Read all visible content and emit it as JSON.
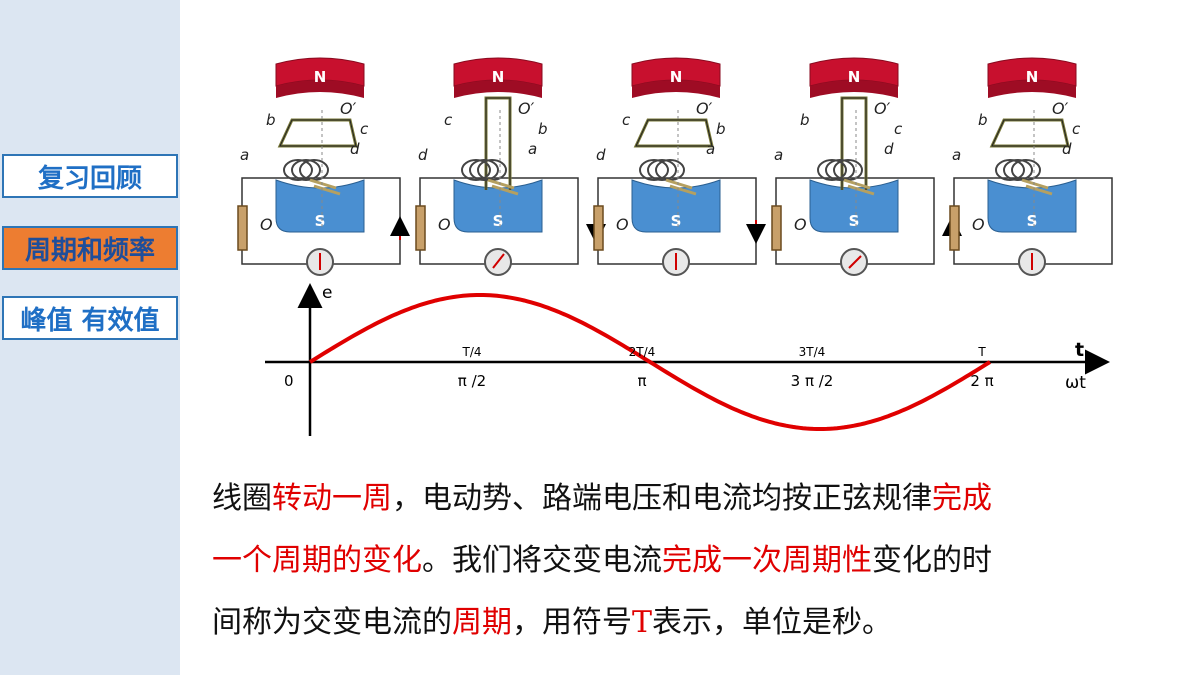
{
  "sidebar": {
    "items": [
      {
        "label": "复习回顾",
        "active": false
      },
      {
        "label": "周期和频率",
        "active": true
      },
      {
        "label": "峰值 有效值",
        "active": false
      }
    ]
  },
  "generators": [
    {
      "magnet_n": "N",
      "magnet_s": "S",
      "axis_top": "O′",
      "axis_bottom": "O",
      "labels": [
        "a",
        "b",
        "c",
        "d"
      ],
      "current_arrow": "none"
    },
    {
      "magnet_n": "N",
      "magnet_s": "S",
      "axis_top": "O′",
      "axis_bottom": "O",
      "labels": [
        "d",
        "c",
        "b",
        "a"
      ],
      "current_arrow": "up-left-down-right"
    },
    {
      "magnet_n": "N",
      "magnet_s": "S",
      "axis_top": "O′",
      "axis_bottom": "O",
      "labels": [
        "d",
        "c",
        "b",
        "a"
      ],
      "current_arrow": "none"
    },
    {
      "magnet_n": "N",
      "magnet_s": "S",
      "axis_top": "O′",
      "axis_bottom": "O",
      "labels": [
        "a",
        "b",
        "c",
        "d"
      ],
      "current_arrow": "down-left-up-right"
    },
    {
      "magnet_n": "N",
      "magnet_s": "S",
      "axis_top": "O′",
      "axis_bottom": "O",
      "labels": [
        "a",
        "b",
        "c",
        "d"
      ],
      "current_arrow": "none"
    }
  ],
  "graph": {
    "y_axis_label": "e",
    "x_axis_label_t": "t",
    "x_axis_label_wt": "ωt",
    "origin_label": "0",
    "ticks": [
      {
        "t": "T/4",
        "wt": "π /2"
      },
      {
        "t": "2T/4",
        "wt": "π"
      },
      {
        "t": "3T/4",
        "wt": "3 π /2"
      },
      {
        "t": "T",
        "wt": "2 π"
      }
    ],
    "curve_color": "#e00000"
  },
  "paragraph": {
    "lines": [
      [
        {
          "text": "线圈",
          "red": false
        },
        {
          "text": "转动一周",
          "red": true
        },
        {
          "text": "，电动势、路端电压和电流均按正弦规律",
          "red": false
        },
        {
          "text": "完成",
          "red": true
        }
      ],
      [
        {
          "text": "一个周期的变化",
          "red": true
        },
        {
          "text": "。我们将交变电流",
          "red": false
        },
        {
          "text": "完成一次周期性",
          "red": true
        },
        {
          "text": "变化的时",
          "red": false
        }
      ],
      [
        {
          "text": "间称为交变电流的",
          "red": false
        },
        {
          "text": "周期",
          "red": true
        },
        {
          "text": "，用符号",
          "red": false
        },
        {
          "text": "T",
          "red": true
        },
        {
          "text": "表示，单位是秒。",
          "red": false
        }
      ]
    ]
  }
}
